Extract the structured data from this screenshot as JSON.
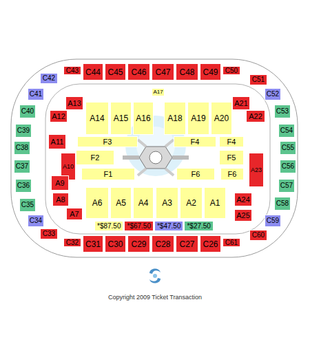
{
  "diagram": {
    "caption": "Copyright 2009 Ticket Transaction",
    "nodes": [
      {
        "text": [
          "C43"
        ]
      },
      {
        "text": [
          "C44"
        ]
      },
      {
        "text": [
          "C45"
        ]
      },
      {
        "text": [
          "C46"
        ]
      },
      {
        "text": [
          "C47"
        ]
      },
      {
        "text": [
          "C48"
        ]
      },
      {
        "text": [
          "C49"
        ]
      },
      {
        "text": [
          "C50"
        ]
      },
      {
        "text": [
          "C42"
        ]
      },
      {
        "text": [
          "C51"
        ]
      },
      {
        "text": [
          "C41"
        ]
      },
      {
        "text": [
          "C52"
        ]
      },
      {
        "text": [
          "A17"
        ]
      },
      {
        "text": [
          "A13"
        ]
      },
      {
        "text": [
          "A14"
        ]
      },
      {
        "text": [
          "A15"
        ]
      },
      {
        "text": [
          "A16"
        ]
      },
      {
        "text": [
          "A18"
        ]
      },
      {
        "text": [
          "A19"
        ]
      },
      {
        "text": [
          "A20"
        ]
      },
      {
        "text": [
          "A21"
        ]
      },
      {
        "text": [
          "C40"
        ]
      },
      {
        "text": [
          "C53"
        ]
      },
      {
        "text": [
          "A12"
        ]
      },
      {
        "text": [
          "A22"
        ]
      },
      {
        "text": [
          "C39"
        ]
      },
      {
        "text": [
          "C54"
        ]
      },
      {
        "text": [
          "F3"
        ]
      },
      {
        "text": [
          "F4"
        ]
      },
      {
        "text": [
          "F4"
        ]
      },
      {
        "text": [
          "A11"
        ]
      },
      {
        "text": [
          "C38"
        ]
      },
      {
        "text": [
          "C55"
        ]
      },
      {
        "text": [
          "F2"
        ]
      },
      {
        "text": [
          "F5"
        ]
      },
      {
        "text": [
          "A10"
        ]
      },
      {
        "text": [
          "A23"
        ]
      },
      {
        "text": [
          "C37"
        ]
      },
      {
        "text": [
          "C56"
        ]
      },
      {
        "text": [
          "F1"
        ]
      },
      {
        "text": [
          "F6"
        ]
      },
      {
        "text": [
          "F6"
        ]
      },
      {
        "text": [
          "A9"
        ]
      },
      {
        "text": [
          "C36"
        ]
      },
      {
        "text": [
          "C57"
        ]
      },
      {
        "text": [
          "A6"
        ]
      },
      {
        "text": [
          "A5"
        ]
      },
      {
        "text": [
          "A4"
        ]
      },
      {
        "text": [
          "A3"
        ]
      },
      {
        "text": [
          "A2"
        ]
      },
      {
        "text": [
          "A1"
        ]
      },
      {
        "text": [
          "A8"
        ]
      },
      {
        "text": [
          "A24"
        ]
      },
      {
        "text": [
          "C35"
        ]
      },
      {
        "text": [
          "C58"
        ]
      },
      {
        "text": [
          "A7"
        ]
      },
      {
        "text": [
          "A25"
        ]
      },
      {
        "text": [
          "C34"
        ]
      },
      {
        "text": [
          "C59"
        ]
      },
      {
        "text": [
          "C33"
        ]
      },
      {
        "text": [
          "C60"
        ]
      },
      {
        "text": [
          "C32"
        ]
      },
      {
        "text": [
          "C61"
        ]
      },
      {
        "text": [
          "C31"
        ]
      },
      {
        "text": [
          "C30"
        ]
      },
      {
        "text": [
          "C29"
        ]
      },
      {
        "text": [
          "C28"
        ]
      },
      {
        "text": [
          "C27"
        ]
      },
      {
        "text": [
          "C26"
        ]
      }
    ],
    "legend": [
      {
        "text": "*$87.50",
        "color": "#ffff99"
      },
      {
        "text": "*$67.50",
        "color": "#e8262a"
      },
      {
        "text": "*$47.50",
        "color": "#8c8cf0"
      },
      {
        "text": "*$27.50",
        "color": "#5cc48e"
      }
    ]
  }
}
